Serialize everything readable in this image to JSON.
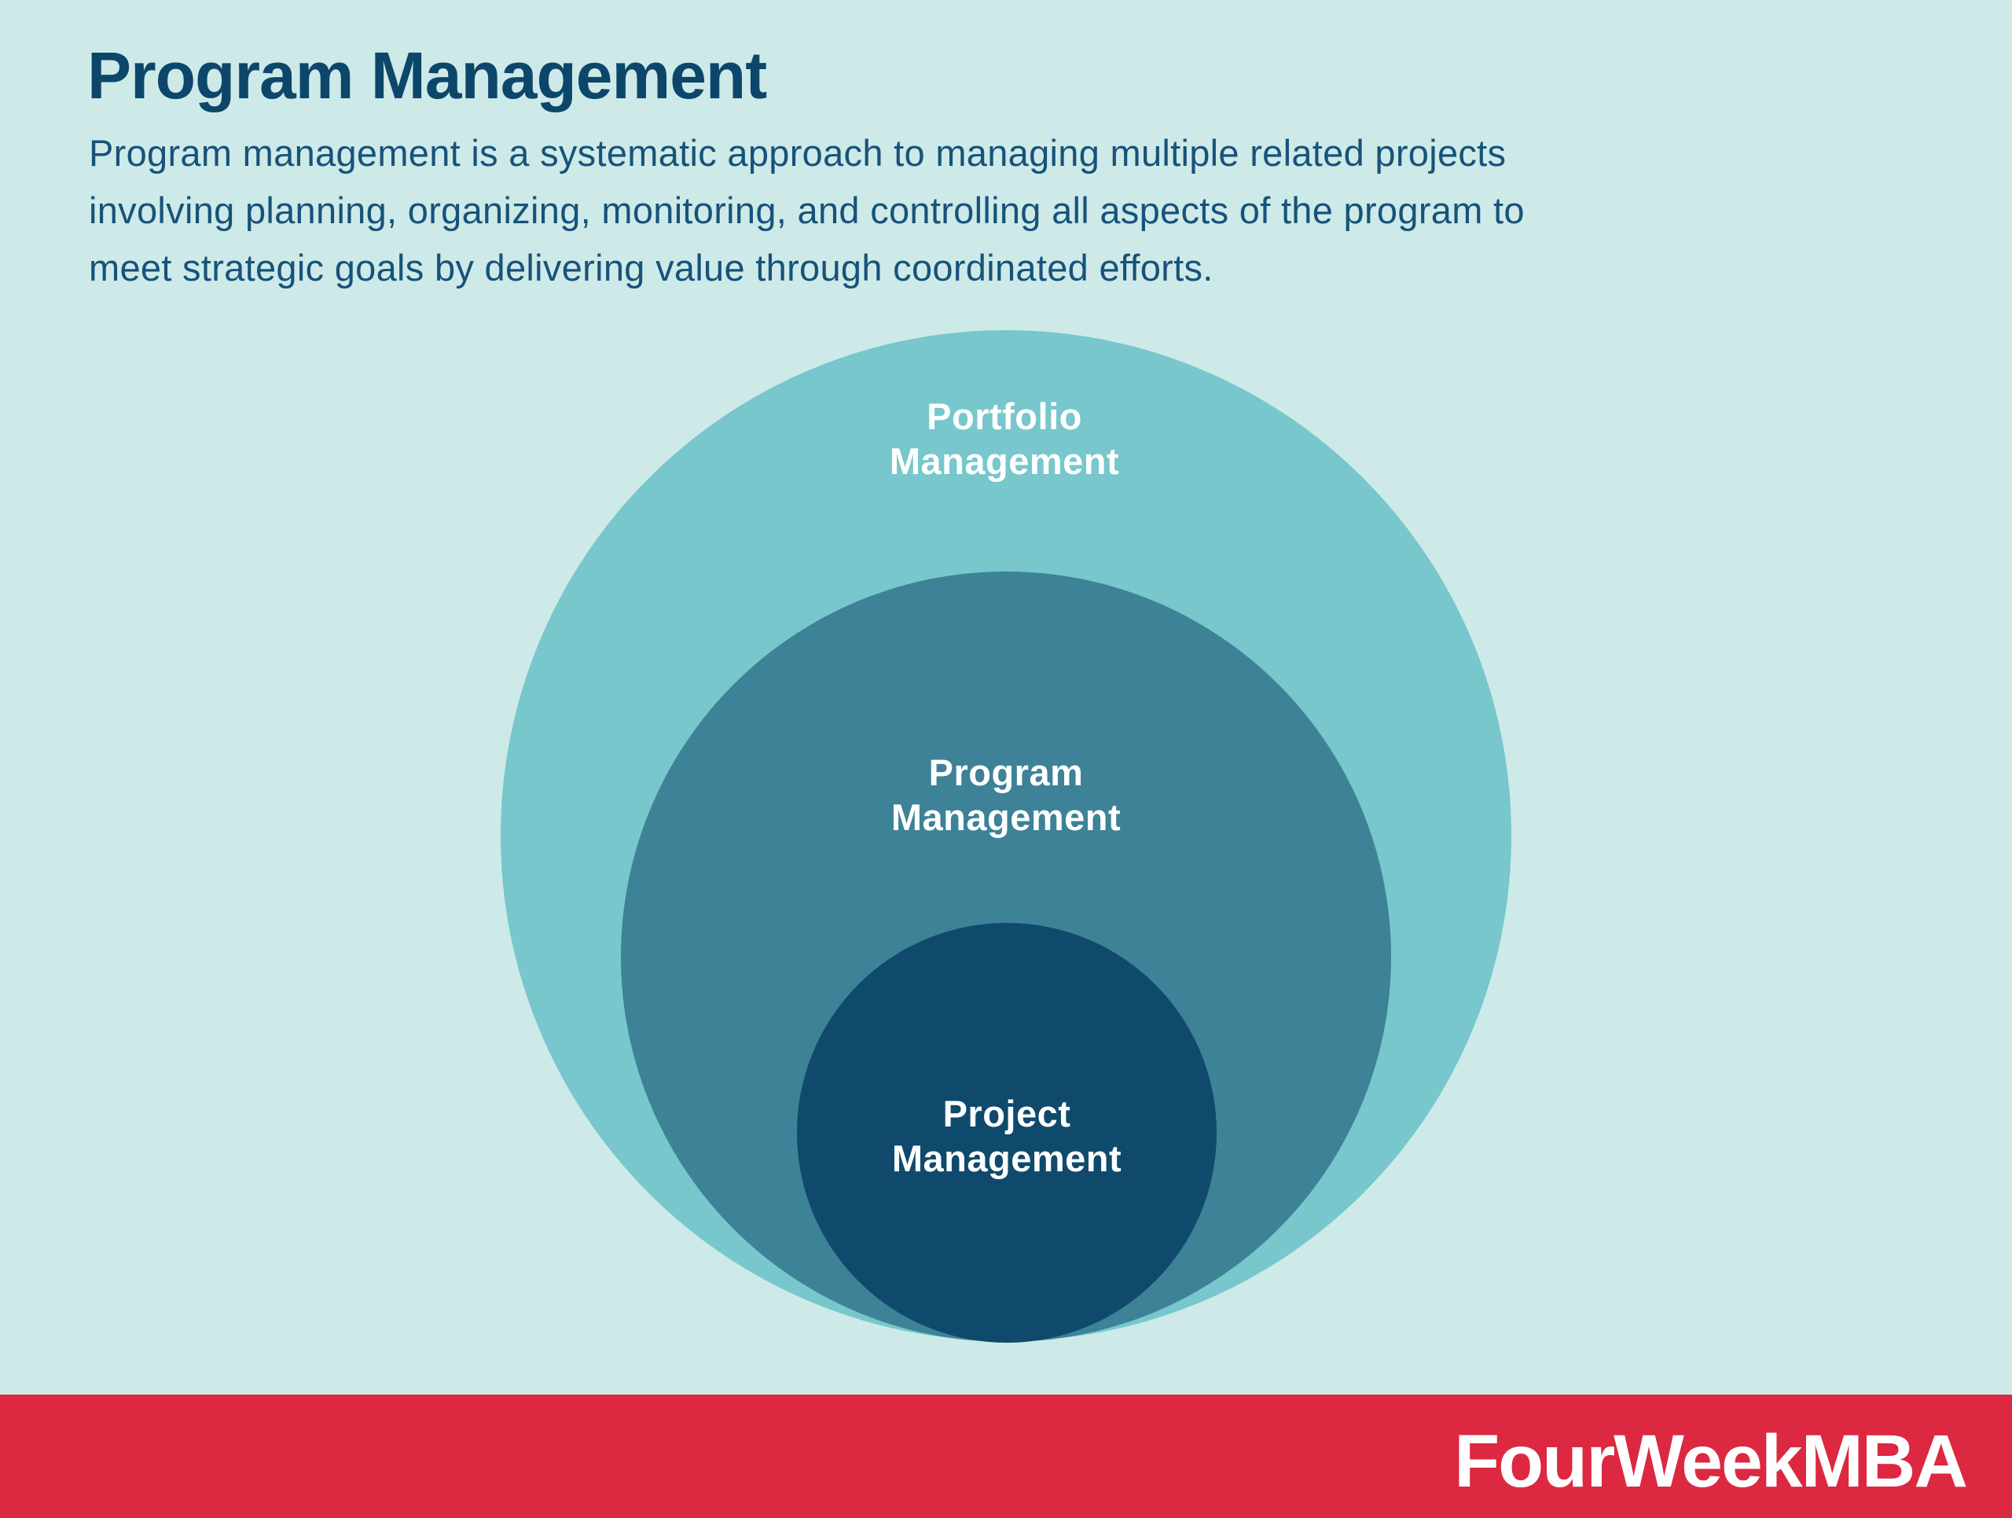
{
  "header": {
    "title": "Program Management",
    "description_lines": [
      "Program management is a systematic approach to managing multiple related projects",
      "involving planning, organizing, monitoring, and controlling all aspects of the program to",
      "meet strategic goals by delivering value through coordinated efforts."
    ]
  },
  "diagram": {
    "type": "nested-circles",
    "circles": [
      {
        "id": "portfolio",
        "label_lines": [
          "Portfolio",
          "Management"
        ],
        "color": "#77c7cc",
        "nesting_level": 1
      },
      {
        "id": "program",
        "label_lines": [
          "Program",
          "Management"
        ],
        "color": "#3d8296",
        "nesting_level": 2
      },
      {
        "id": "project",
        "label_lines": [
          "Project",
          "Management"
        ],
        "color": "#0f4a6d",
        "nesting_level": 3
      }
    ],
    "label_text_color": "#ffffff"
  },
  "footer": {
    "brand": "FourWeekMBA",
    "background": "#dc2840",
    "brand_text_color": "#ffffff"
  },
  "colors": {
    "page_background": "#cdeae8",
    "title_text": "#0d466b",
    "body_text": "#17527a"
  }
}
